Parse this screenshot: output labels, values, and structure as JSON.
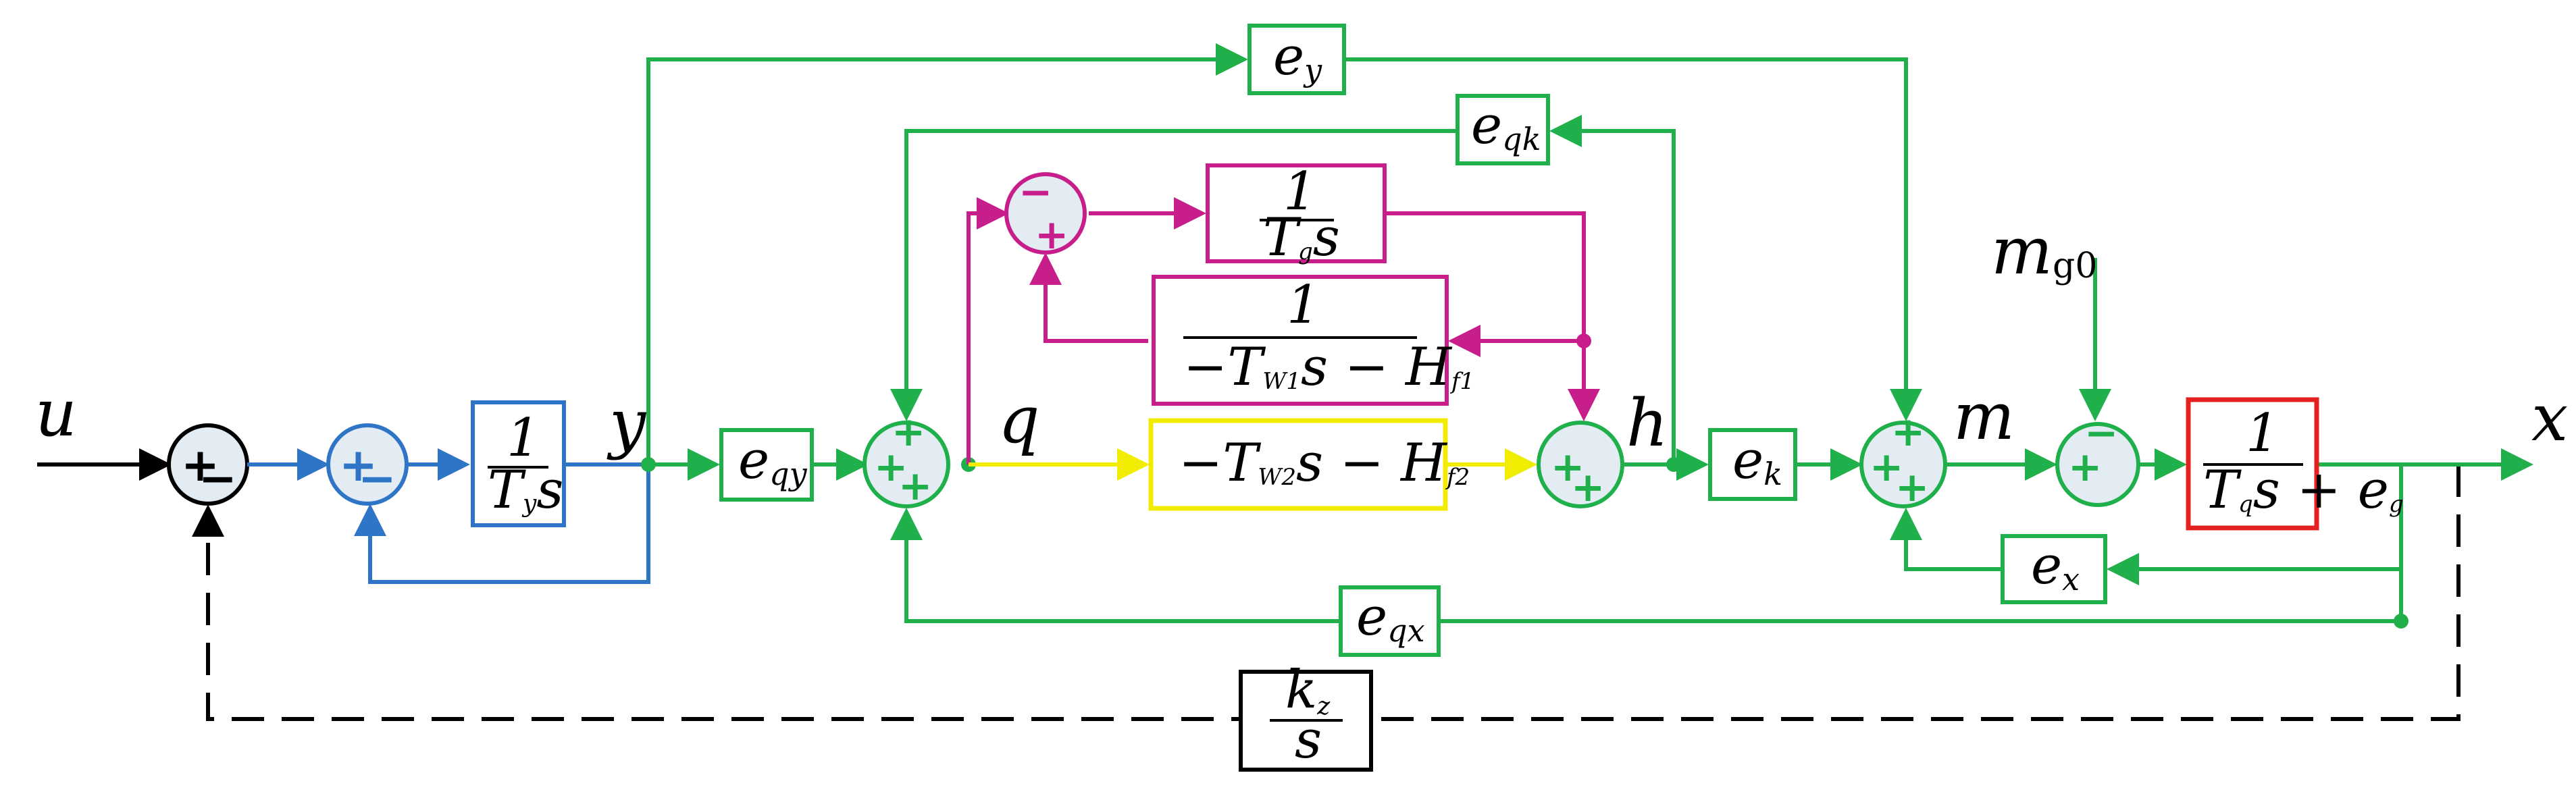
{
  "signals": {
    "u": "u",
    "y": "y",
    "q": "q",
    "h": "h",
    "m": "m",
    "x": "x",
    "mg0": "m",
    "mg0_sub": "g0"
  },
  "blocks": {
    "inv_Ty": {
      "num": "1",
      "den": "T",
      "den_sub": "y",
      "den_tail": "s"
    },
    "e_qy": {
      "base": "e",
      "sub": "qy"
    },
    "e_y": {
      "base": "e",
      "sub": "y"
    },
    "e_qk": {
      "base": "e",
      "sub": "qk"
    },
    "inv_Tg": {
      "num": "1",
      "den": "T",
      "den_sub": "g",
      "den_tail": "s"
    },
    "inv_TW1": {
      "num": "1",
      "den_a": "−T",
      "den_a_sub": "W1",
      "den_b": "s − H",
      "den_b_sub": "f1"
    },
    "TW2": {
      "a": "−T",
      "a_sub": "W2",
      "b": "s − H",
      "b_sub": "f2"
    },
    "e_k": {
      "base": "e",
      "sub": "k"
    },
    "e_x": {
      "base": "e",
      "sub": "x"
    },
    "e_qx": {
      "base": "e",
      "sub": "qx"
    },
    "inv_Tq": {
      "num": "1",
      "den": "T",
      "den_sub": "q",
      "den_tail": "s + e",
      "den_tail_sub": "g"
    },
    "kz_s": {
      "num": "k",
      "num_sub": "z",
      "den": "s"
    }
  },
  "colors": {
    "black": "#000000",
    "blue": "#2E75C8",
    "green": "#1FAF4B",
    "magenta": "#C81E8C",
    "yellow": "#F2EC00",
    "red": "#E32121",
    "junction_fill": "#E3EBF3"
  }
}
